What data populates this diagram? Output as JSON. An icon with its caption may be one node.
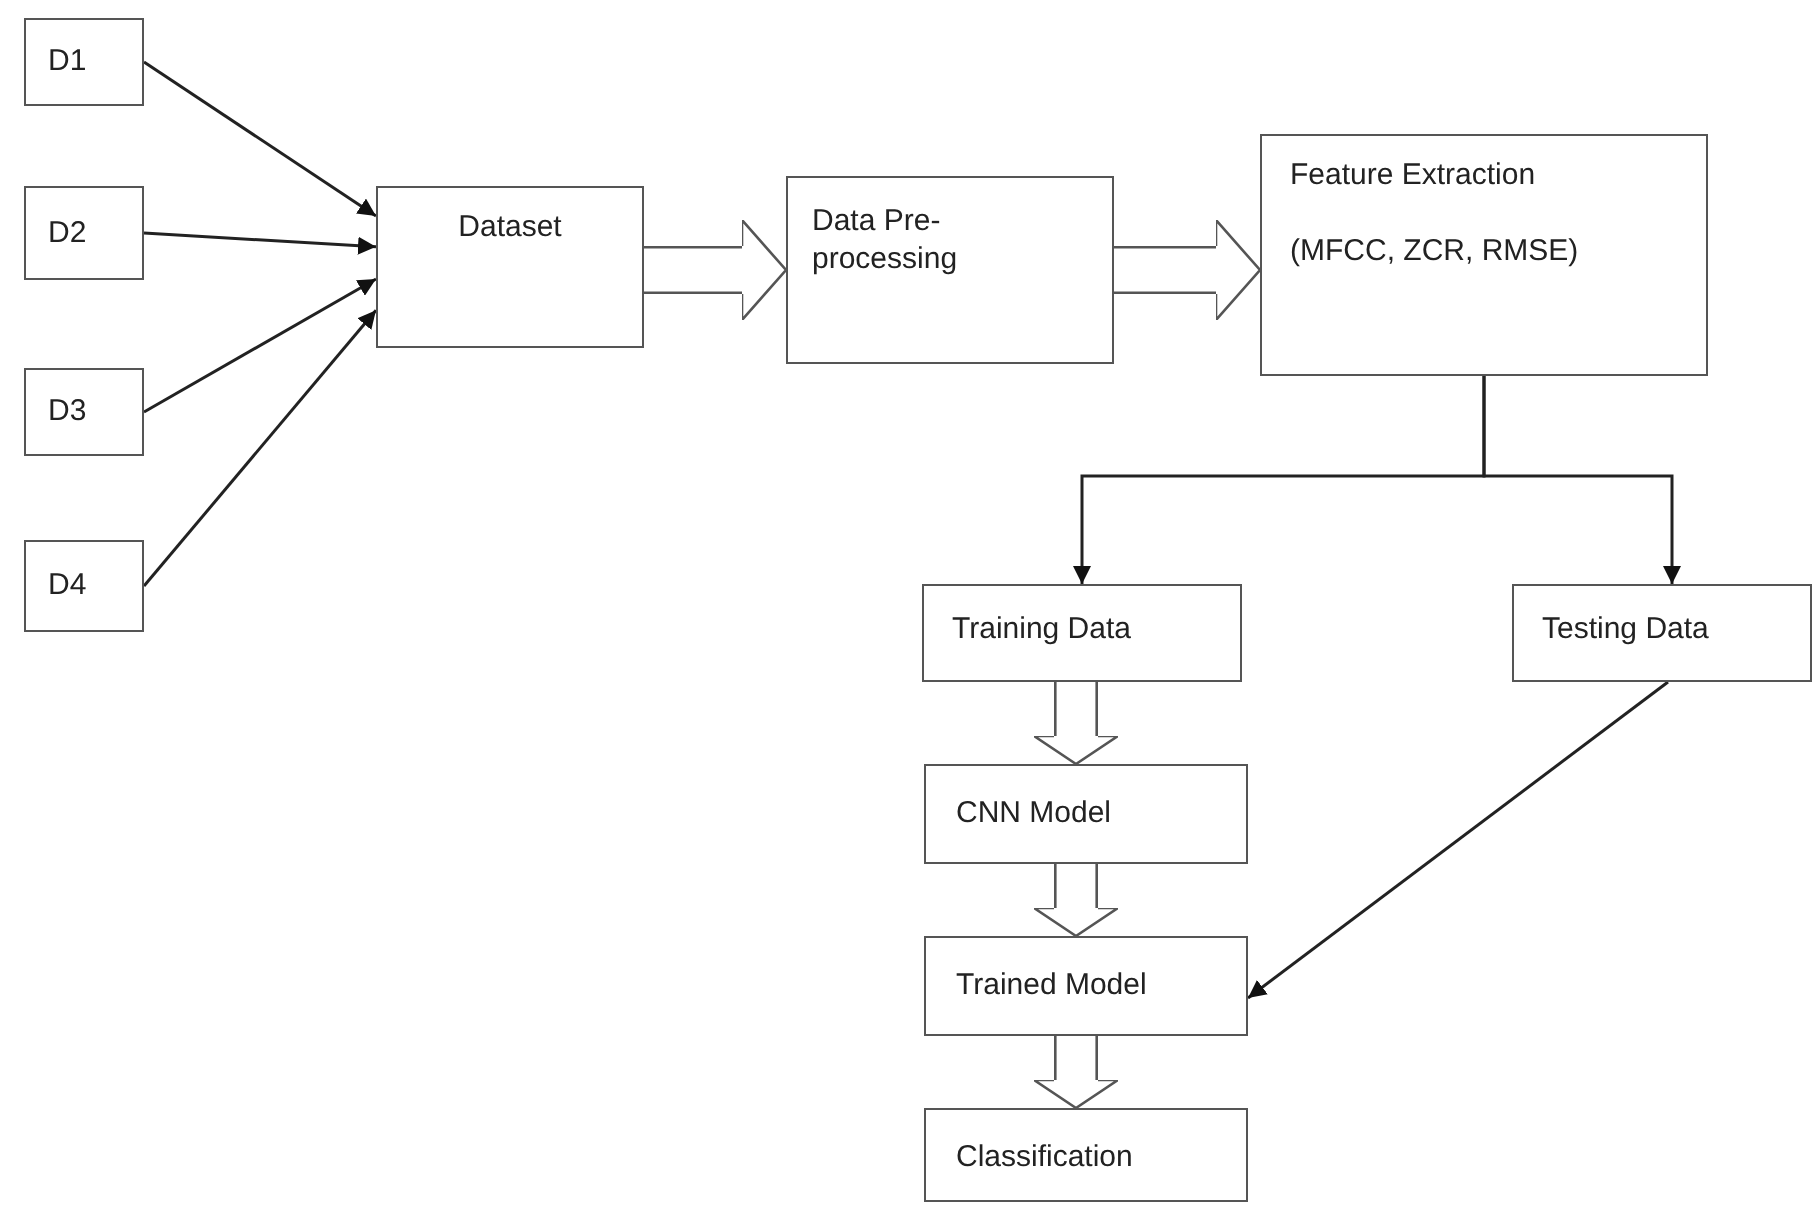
{
  "diagram": {
    "nodes": [
      {
        "text": [
          "D1"
        ]
      },
      {
        "text": [
          "D2"
        ]
      },
      {
        "text": [
          "D3"
        ]
      },
      {
        "text": [
          "D4"
        ]
      },
      {
        "text": [
          "Dataset"
        ]
      },
      {
        "text": [
          "Data Pre-processing"
        ]
      },
      {
        "text": [
          "Feature Extraction",
          "(MFCC, ZCR, RMSE)"
        ]
      },
      {
        "text": [
          "Training Data"
        ]
      },
      {
        "text": [
          "Testing Data"
        ]
      },
      {
        "text": [
          "CNN Model"
        ]
      },
      {
        "text": [
          "Trained Model"
        ]
      },
      {
        "text": [
          "Classification"
        ]
      }
    ],
    "edges": [
      {
        "from": 0,
        "to": 4,
        "arrow": "to"
      },
      {
        "from": 1,
        "to": 4,
        "arrow": "to"
      },
      {
        "from": 2,
        "to": 4,
        "arrow": "to"
      },
      {
        "from": 3,
        "to": 4,
        "arrow": "to"
      },
      {
        "from": 4,
        "to": 5,
        "arrow": "to",
        "style": "thick"
      },
      {
        "from": 5,
        "to": 6,
        "arrow": "to",
        "style": "thick"
      },
      {
        "from": 6,
        "to": 7,
        "arrow": "to"
      },
      {
        "from": 6,
        "to": 8,
        "arrow": "to"
      },
      {
        "from": 7,
        "to": 9,
        "arrow": "to",
        "style": "thick"
      },
      {
        "from": 9,
        "to": 10,
        "arrow": "to",
        "style": "thick"
      },
      {
        "from": 10,
        "to": 11,
        "arrow": "to",
        "style": "thick"
      },
      {
        "from": 8,
        "to": 10,
        "arrow": "to"
      }
    ]
  }
}
